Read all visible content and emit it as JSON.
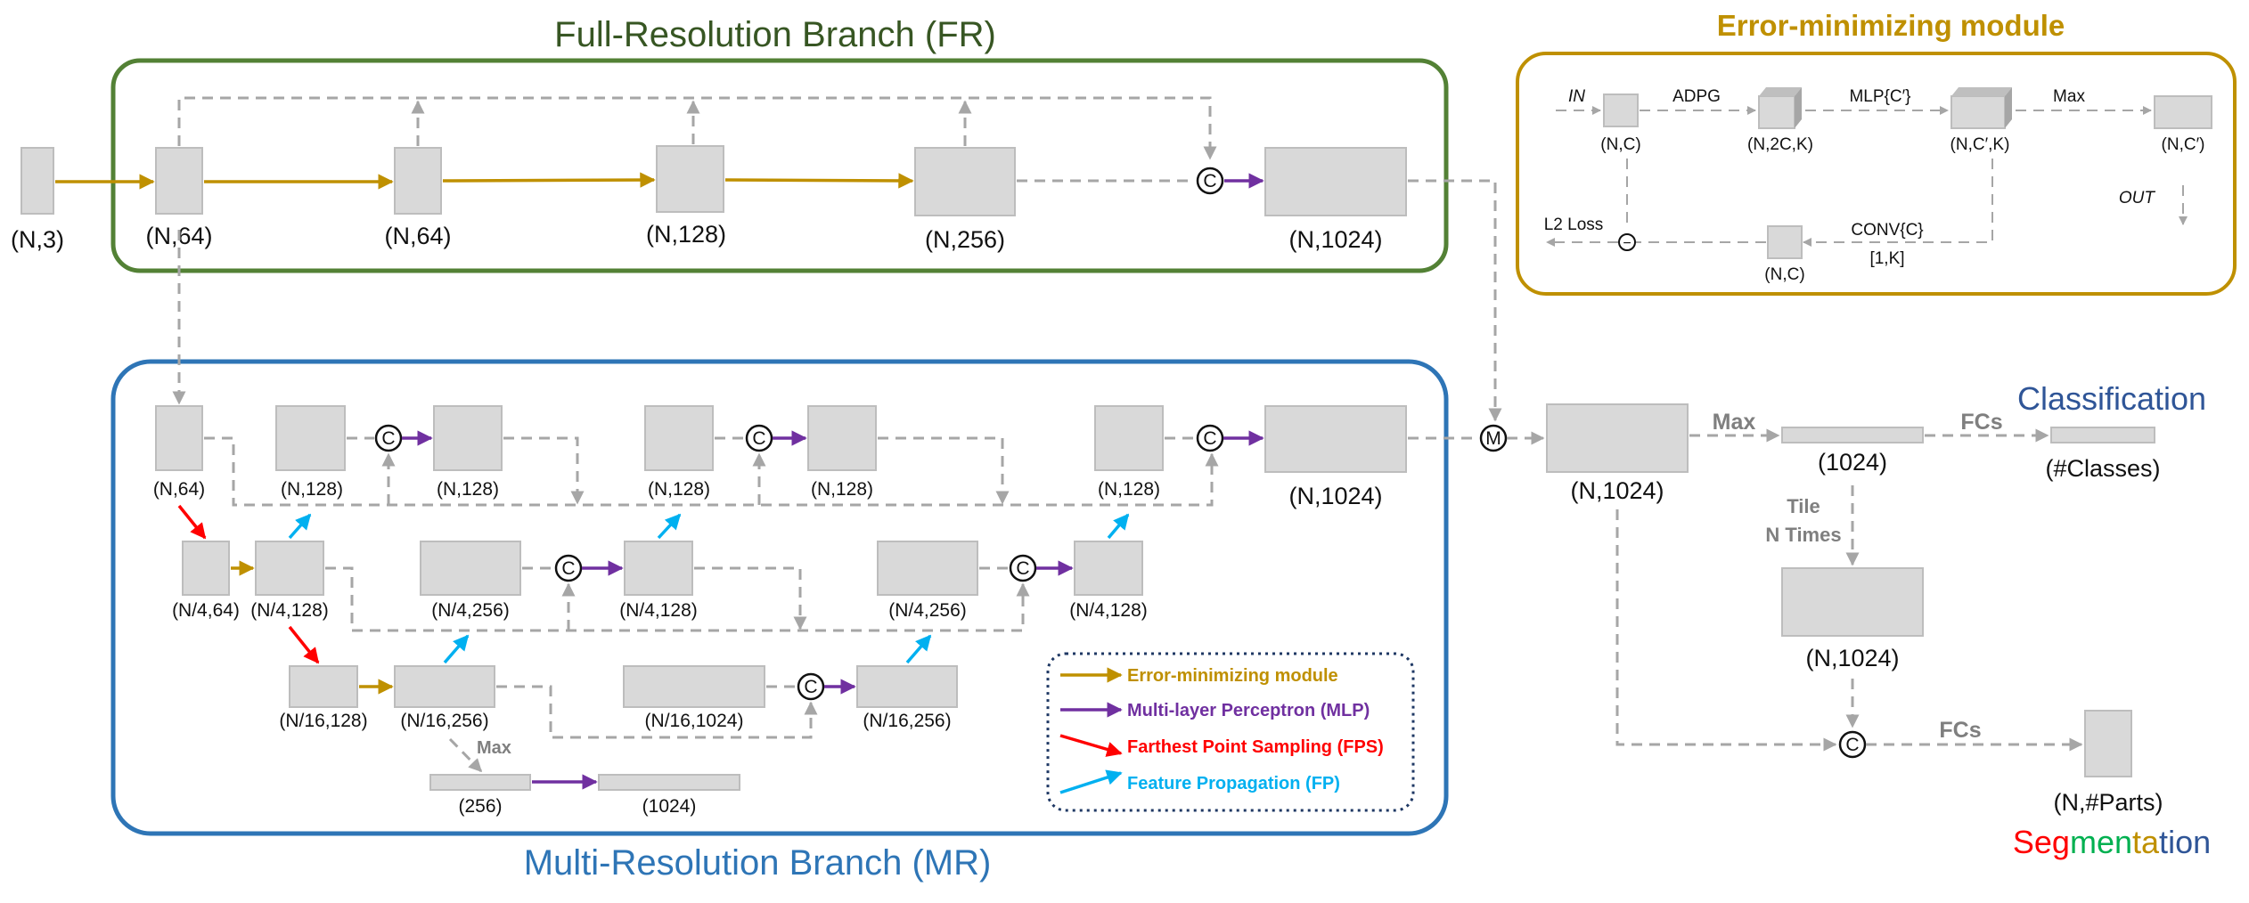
{
  "colors": {
    "fr_border": "#538135",
    "mr_border": "#2e75b6",
    "em_border": "#bf9000",
    "em_arrow": "#bf9000",
    "mlp_arrow": "#7030a0",
    "fps_arrow": "#ff0000",
    "fp_arrow": "#00b0f0",
    "box_fill": "#d9d9d9",
    "dashed": "#a6a6a6",
    "classification": "#2f5597"
  },
  "titles": {
    "fr": "Full-Resolution Branch (FR)",
    "mr": "Multi-Resolution Branch (MR)",
    "em": "Error-minimizing module",
    "classification": "Classification",
    "segmentation_letters": [
      {
        "ch": "S",
        "color": "#ff0000"
      },
      {
        "ch": "e",
        "color": "#ff0000"
      },
      {
        "ch": "g",
        "color": "#ff0000"
      },
      {
        "ch": "m",
        "color": "#00b050"
      },
      {
        "ch": "e",
        "color": "#00b050"
      },
      {
        "ch": "n",
        "color": "#00b050"
      },
      {
        "ch": "t",
        "color": "#bf9000"
      },
      {
        "ch": "a",
        "color": "#bf9000"
      },
      {
        "ch": "t",
        "color": "#2f5597"
      },
      {
        "ch": "i",
        "color": "#2f5597"
      },
      {
        "ch": "o",
        "color": "#2f5597"
      },
      {
        "ch": "n",
        "color": "#2f5597"
      }
    ]
  },
  "fr": {
    "input": "(N,3)",
    "labels": [
      "(N,64)",
      "(N,64)",
      "(N,128)",
      "(N,256)",
      "(N,1024)"
    ]
  },
  "mr": {
    "row1": [
      "(N,64)",
      "(N,128)",
      "(N,128)",
      "(N,128)",
      "(N,128)",
      "(N,128)",
      "(N,1024)"
    ],
    "row2": [
      "(N/4,64)",
      "(N/4,128)",
      "(N/4,256)",
      "(N/4,128)",
      "(N/4,256)",
      "(N/4,128)"
    ],
    "row3": [
      "(N/16,128)",
      "(N/16,256)",
      "(N/16,1024)",
      "(N/16,256)"
    ],
    "row4": [
      "(256)",
      "(1024)"
    ],
    "max_label": "Max"
  },
  "legend": [
    {
      "label": "Error-minimizing module",
      "color": "#bf9000"
    },
    {
      "label": "Multi-layer Perceptron (MLP)",
      "color": "#7030a0"
    },
    {
      "label": "Farthest Point Sampling (FPS)",
      "color": "#ff0000"
    },
    {
      "label": "Feature Propagation (FP)",
      "color": "#00b0f0"
    }
  ],
  "em": {
    "in": "IN",
    "adpg": "ADPG",
    "mlp": "MLP{C′}",
    "max": "Max",
    "out": "OUT",
    "l2": "L2 Loss",
    "conv": "CONV{C}",
    "conv_k": "[1,K]",
    "labels": [
      "(N,C)",
      "(N,2C,K)",
      "(N,C′,K)",
      "(N,C′)",
      "(N,C)"
    ]
  },
  "head": {
    "merged": "(N,1024)",
    "max": "Max",
    "global": "(1024)",
    "fcs1": "FCs",
    "classes": "(#Classes)",
    "tile1": "Tile",
    "tile2": "N Times",
    "tiled": "(N,1024)",
    "fcs2": "FCs",
    "parts": "(N,#Parts)"
  },
  "nodes": {
    "c": "C",
    "m": "M",
    "minus": "−"
  }
}
